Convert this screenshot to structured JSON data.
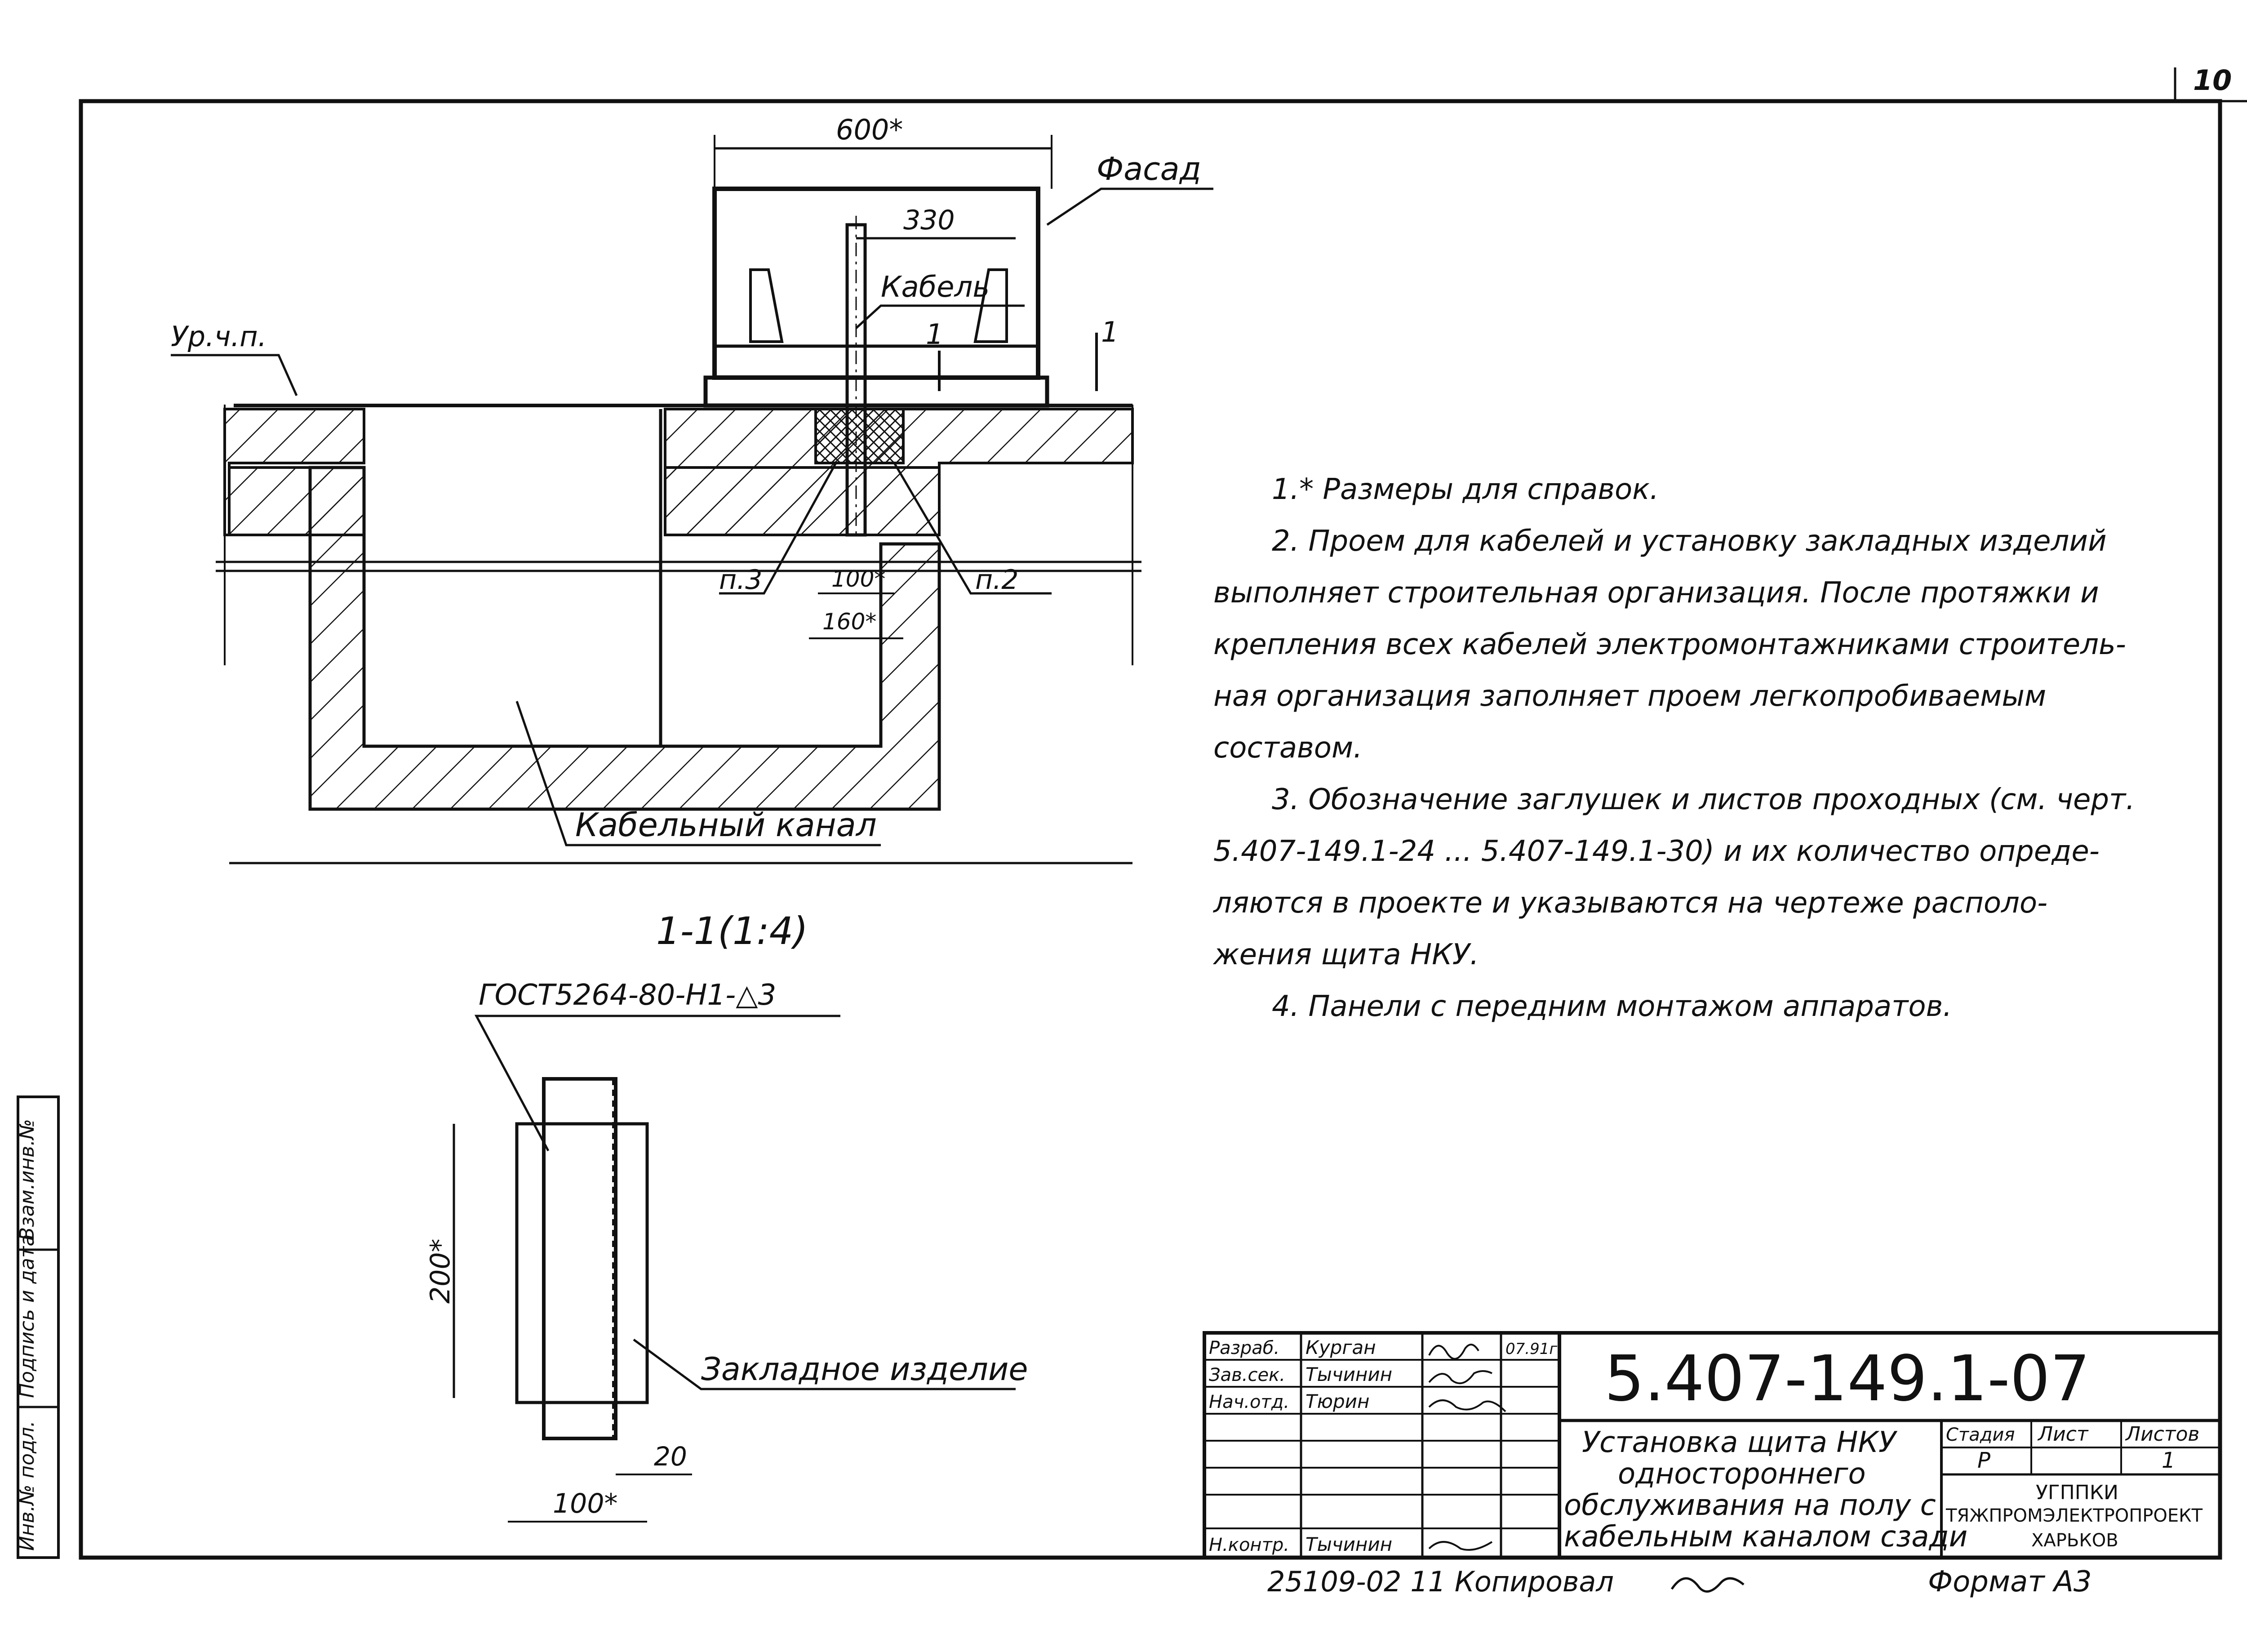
{
  "sheet": {
    "page_number": "10",
    "copy_line": "25109-02   11   Копировал",
    "format": "Формат А3"
  },
  "section": {
    "dim_600": "600*",
    "dim_330": "330",
    "facade": "Фасад",
    "cable": "Кабель",
    "floor_level": "Ур.ч.п.",
    "cut_mark": "1",
    "item_3": "п.3",
    "item_2": "п.2",
    "dim_100": "100*",
    "dim_160": "160*",
    "channel": "Кабельный канал",
    "title": "1-1(1:4)"
  },
  "detail": {
    "weld": "ГОСТ5264-80-Н1-△3",
    "dim_200": "200*",
    "part": "Закладное изделие",
    "dim_20": "20",
    "dim_100": "100*"
  },
  "notes": [
    "1.* Размеры для справок.",
    "2. Проем  для кабелей и установку закладных изделий",
    "выполняет строительная организация. После протяжки и",
    "крепления всех кабелей электромонтажниками строитель-",
    "ная организация заполняет проем легкопробиваемым",
    "составом.",
    "3. Обозначение заглушек и листов проходных (см. черт.",
    "5.407-149.1-24 ...  5.407-149.1-30)  и их количество опреде-",
    "ляются в проекте и указываются на чертеже располо-",
    "жения щита НКУ.",
    "4. Панели с передним монтажом аппаратов."
  ],
  "stamp": {
    "code": "5.407-149.1-07",
    "title": [
      "Установка щита НКУ",
      "одностороннего",
      "обслуживания на полу с",
      "кабельным каналом сзади"
    ],
    "roles": [
      "Разраб.",
      "Зав.сек.",
      "Нач.отд.",
      "",
      "",
      "",
      "Н.контр."
    ],
    "names": [
      "Курган",
      "Тычинин",
      "Тюрин",
      "",
      "",
      "",
      "Тычинин"
    ],
    "date": "07.91г",
    "head_stage": "Стадия",
    "head_sheet": "Лист",
    "head_sheets": "Листов",
    "stage": "Р",
    "sheets": "1",
    "org": [
      "УГППКИ",
      "ТЯЖПРОМЭЛЕКТРОПРОЕКТ",
      "ХАРЬКОВ"
    ]
  },
  "side_stamp": [
    "Инв.№ подл.",
    "Подпись и дата",
    "Взам.инв.№"
  ]
}
